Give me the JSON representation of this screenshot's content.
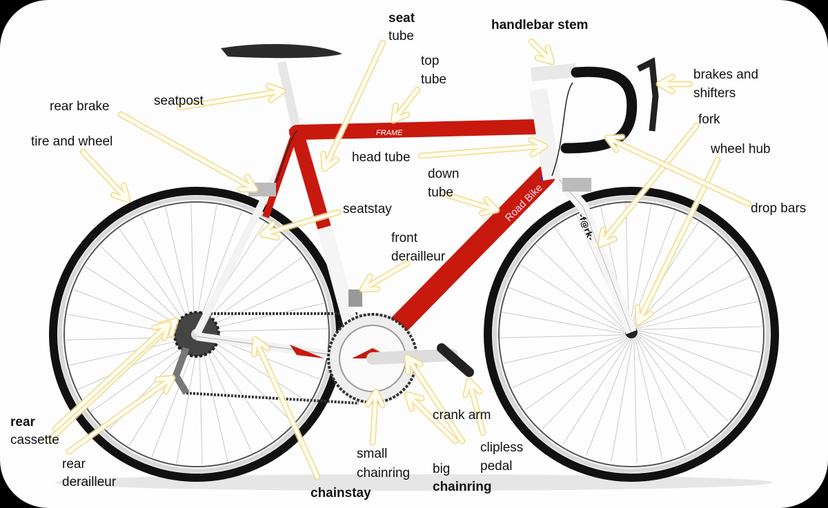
{
  "labels": {
    "seat_tube": [
      "seat",
      "tube"
    ],
    "handlebar_stem": "handlebar stem",
    "top_tube": [
      "top",
      "tube"
    ],
    "brakes_and_shifters": [
      "brakes and",
      "shifters"
    ],
    "seatpost": "seatpost",
    "rear_brake": "rear brake",
    "fork": "fork",
    "tire_and_wheel": "tire and wheel",
    "wheel_hub": "wheel hub",
    "head_tube": "head tube",
    "down_tube": [
      "down",
      "tube"
    ],
    "drop_bars": "drop bars",
    "seatstay": "seatstay",
    "front_derailleur": [
      "front",
      "derailleur"
    ],
    "rear_cassette": [
      "rear",
      "cassette"
    ],
    "rear_derailleur": [
      "rear",
      "derailleur"
    ],
    "chainstay": "chainstay",
    "small_chainring": [
      "small",
      "chainring"
    ],
    "big_chainring": [
      "big",
      "chainring"
    ],
    "crank_arm": "crank arm",
    "clipless_pedal": [
      "clipless",
      "pedal"
    ]
  },
  "bike_text": {
    "frame": "FRAME",
    "brand": "Road Bike",
    "fork_decal": "-f@rk-"
  },
  "colors": {
    "frame_red": "#c8190e",
    "arrow_yellow": "#f1dc8c",
    "tire": "#111111"
  }
}
